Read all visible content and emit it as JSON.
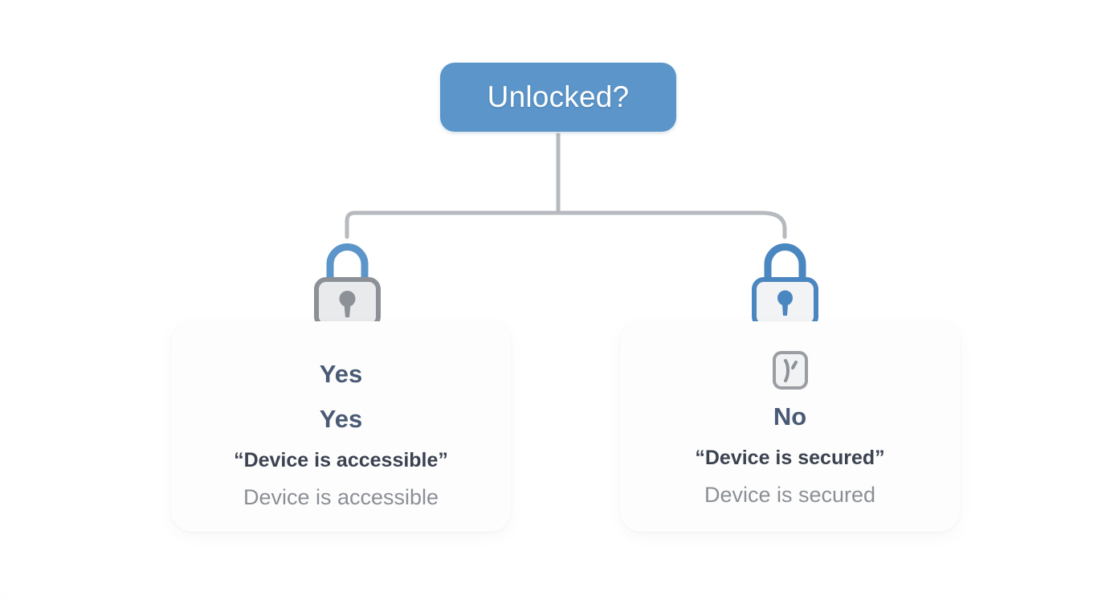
{
  "diagram": {
    "title": "Unlocked?",
    "root": {
      "label": "Unlocked?",
      "color": "#5b95c9",
      "text_color": "#ffffff"
    },
    "connector_color": "#b6b9bd",
    "branches": [
      {
        "id": "unlocked-yes",
        "icon_name": "open-lock-icon",
        "icon_shackle_color": "#5b95c9",
        "icon_body_color": "#e9eaec",
        "icon_body_stroke": "#8c9197",
        "answer_primary": "Yes",
        "answer_secondary": "Yes",
        "quoted_text": "“Device is accessible”",
        "plain_text": "Device is accessible",
        "answer_color": "#4a5a75",
        "quoted_color": "#3b4250",
        "plain_color": "#8b8f95"
      },
      {
        "id": "unlocked-no",
        "icon_name": "closed-lock-icon",
        "icon_shackle_color": "#4a86bf",
        "icon_body_color": "#f2f3f4",
        "icon_body_stroke": "#4a86bf",
        "badge_icon_name": "key-badge-icon",
        "badge_stroke": "#9a9ea3",
        "answer_primary": "No",
        "quoted_text": "“Device is secured”",
        "plain_text": "Device is secured",
        "answer_color": "#4a5a75",
        "quoted_color": "#3b4250",
        "plain_color": "#8b8f95"
      }
    ]
  }
}
